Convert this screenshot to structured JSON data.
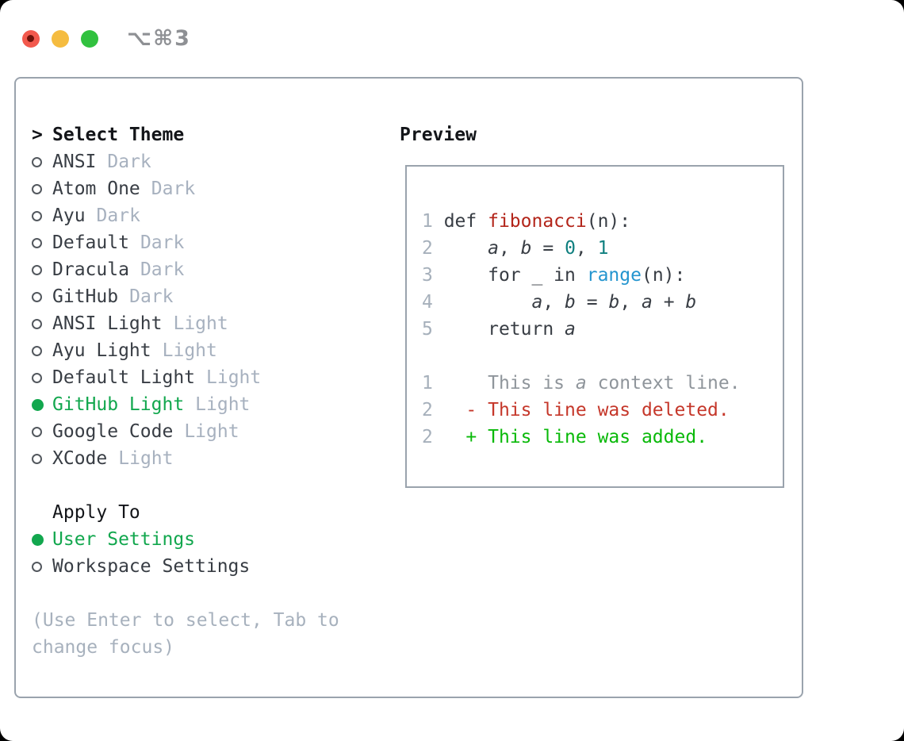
{
  "window": {
    "shortcut_label": "⌥⌘3",
    "traffic_lights": [
      {
        "name": "close",
        "color": "#f2594d",
        "dot": "#6e120a"
      },
      {
        "name": "minimize",
        "color": "#f5bc40"
      },
      {
        "name": "zoom",
        "color": "#31c13f"
      }
    ]
  },
  "theme_panel": {
    "header_marker": ">",
    "header_label": "Select Theme",
    "items": [
      {
        "name": "ANSI",
        "variant": "Dark",
        "selected": false
      },
      {
        "name": "Atom One",
        "variant": "Dark",
        "selected": false
      },
      {
        "name": "Ayu",
        "variant": "Dark",
        "selected": false
      },
      {
        "name": "Default",
        "variant": "Dark",
        "selected": false
      },
      {
        "name": "Dracula",
        "variant": "Dark",
        "selected": false
      },
      {
        "name": "GitHub",
        "variant": "Dark",
        "selected": false
      },
      {
        "name": "ANSI Light",
        "variant": "Light",
        "selected": false
      },
      {
        "name": "Ayu Light",
        "variant": "Light",
        "selected": false
      },
      {
        "name": "Default Light",
        "variant": "Light",
        "selected": false
      },
      {
        "name": "GitHub Light",
        "variant": "Light",
        "selected": true
      },
      {
        "name": "Google Code",
        "variant": "Light",
        "selected": false
      },
      {
        "name": "XCode",
        "variant": "Light",
        "selected": false
      }
    ],
    "apply_to_label": "Apply To",
    "apply_options": [
      {
        "label": "User Settings",
        "selected": true
      },
      {
        "label": "Workspace Settings",
        "selected": false
      }
    ],
    "hint": "(Use Enter to select, Tab to change focus)"
  },
  "preview": {
    "label": "Preview",
    "code_lines": [
      {
        "num": "1",
        "segments": [
          [
            "t",
            "def "
          ],
          [
            "fn",
            "fibonacci"
          ],
          [
            "t",
            "(n):"
          ]
        ]
      },
      {
        "num": "2",
        "segments": [
          [
            "t",
            "    "
          ],
          [
            "v",
            "a"
          ],
          [
            "t",
            ", "
          ],
          [
            "v",
            "b"
          ],
          [
            "t",
            " = "
          ],
          [
            "nm",
            "0"
          ],
          [
            "t",
            ", "
          ],
          [
            "nm",
            "1"
          ]
        ]
      },
      {
        "num": "3",
        "segments": [
          [
            "t",
            "    for _ in "
          ],
          [
            "bi",
            "range"
          ],
          [
            "t",
            "(n):"
          ]
        ]
      },
      {
        "num": "4",
        "segments": [
          [
            "t",
            "        "
          ],
          [
            "v",
            "a"
          ],
          [
            "t",
            ", "
          ],
          [
            "v",
            "b"
          ],
          [
            "t",
            " = "
          ],
          [
            "v",
            "b"
          ],
          [
            "t",
            ", "
          ],
          [
            "v",
            "a"
          ],
          [
            "t",
            " + "
          ],
          [
            "v",
            "b"
          ]
        ]
      },
      {
        "num": "5",
        "segments": [
          [
            "t",
            "    return "
          ],
          [
            "v",
            "a"
          ]
        ]
      }
    ],
    "diff_lines": [
      {
        "num": "1",
        "segments": [
          [
            "ctx",
            "    This is "
          ],
          [
            "ctxv",
            "a"
          ],
          [
            "ctx",
            " context line."
          ]
        ]
      },
      {
        "num": "2",
        "segments": [
          [
            "del",
            "  - This line was deleted."
          ]
        ]
      },
      {
        "num": "2",
        "segments": [
          [
            "add",
            "  + This line was added."
          ]
        ]
      }
    ]
  },
  "colors": {
    "selected_green": "#12a74e",
    "added_green": "#09b909",
    "deleted_red": "#c5372a",
    "function_red": "#b3251a",
    "builtin_blue": "#2495cf",
    "number_teal": "#0f7f7f",
    "border_gray": "#9aa3ad",
    "muted_gray": "#a7b1bd"
  }
}
